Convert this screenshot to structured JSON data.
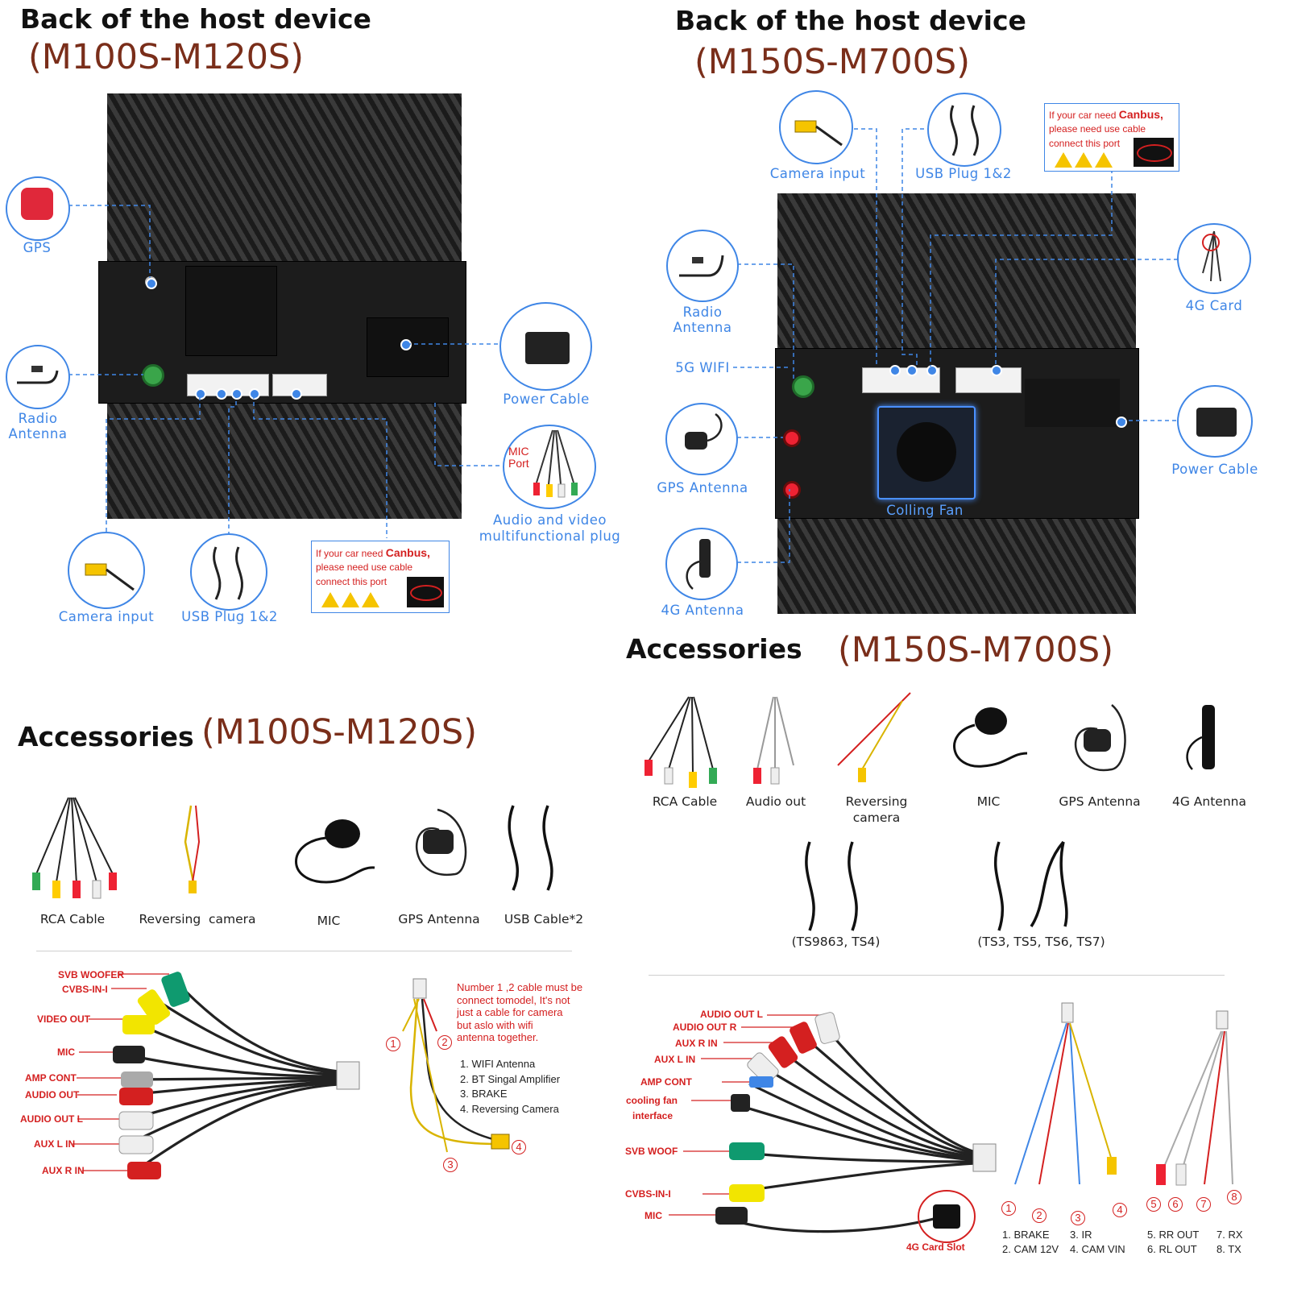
{
  "left": {
    "title": "Back of the host device",
    "model": "(M100S-M120S)",
    "labels": {
      "gps": "GPS",
      "radio_1": "Radio",
      "radio_2": "Antenna",
      "power": "Power Cable",
      "mic_1": "MIC",
      "mic_2": "Port",
      "av_1": "Audio and video",
      "av_2": "multifunctional plug",
      "camera": "Camera input",
      "usb": "USB Plug 1&2"
    },
    "canbus": {
      "line1_prefix": "If your car need ",
      "line1_strong": "Canbus,",
      "line2": "please need use cable",
      "line3": "connect this port"
    }
  },
  "right": {
    "title": "Back of the host device",
    "model": "(M150S-M700S)",
    "labels": {
      "camera": "Camera input",
      "usb": "USB Plug 1&2",
      "radio_1": "Radio",
      "radio_2": "Antenna",
      "wifi": "5G WIFI",
      "gps": "GPS Antenna",
      "ant4g": "4G Antenna",
      "card4g": "4G Card",
      "power": "Power Cable",
      "fan": "Colling Fan"
    },
    "canbus": {
      "line1_prefix": "If your car need ",
      "line1_strong": "Canbus,",
      "line2": "please need use cable",
      "line3": "connect this port"
    }
  },
  "acc_left": {
    "title": "Accessories",
    "model": "(M100S-M120S)",
    "items": [
      "RCA Cable",
      "Reversing  camera",
      "MIC",
      "GPS Antenna",
      "USB Cable*2"
    ]
  },
  "acc_right": {
    "title": "Accessories",
    "model": "(M150S-M700S)",
    "items": [
      "RCA Cable",
      "Audio out",
      "Reversing",
      "camera",
      "MIC",
      "GPS Antenna",
      "4G Antenna"
    ],
    "usb": [
      "(TS9863, TS4)",
      "(TS3, TS5, TS6, TS7)"
    ]
  },
  "rca_left": {
    "labels": [
      "SVB WOOFER",
      "CVBS-IN-I",
      "VIDEO OUT",
      "MIC",
      "AMP CONT",
      "AUDIO OUT",
      "AUDIO OUT L",
      "AUX L IN",
      "AUX R IN"
    ]
  },
  "cam_cable": {
    "note": [
      "Number 1 ,2 cable must be",
      "connect tomodel, It's not",
      "just a cable for camera",
      "but aslo with wifi",
      "antenna together."
    ],
    "list": [
      "1. WIFI Antenna",
      "2. BT Singal Amplifier",
      "3. BRAKE",
      "4. Reversing Camera"
    ],
    "nums": [
      "1",
      "2",
      "3",
      "4"
    ]
  },
  "rca_right": {
    "labels": [
      "AUDIO OUT L",
      "AUDIO OUT R",
      "AUX R IN",
      "AUX L IN",
      "AMP CONT",
      "cooling fan",
      "interface",
      "SVB WOOF",
      "CVBS-IN-I",
      "MIC"
    ],
    "slot": "4G Card Slot"
  },
  "split_cable": {
    "nums": [
      "1",
      "2",
      "3",
      "4",
      "5",
      "6",
      "7",
      "8"
    ],
    "legend": [
      "1. BRAKE",
      "2. CAM 12V",
      "3. IR",
      "4. CAM VIN",
      "5. RR OUT",
      "6. RL OUT",
      "7. RX",
      "8. TX"
    ]
  },
  "colors": {
    "accent_blue": "#3f86e6",
    "label_red": "#d42020",
    "model_brown": "#7a2e1a",
    "warning_yellow": "#f5c400"
  }
}
